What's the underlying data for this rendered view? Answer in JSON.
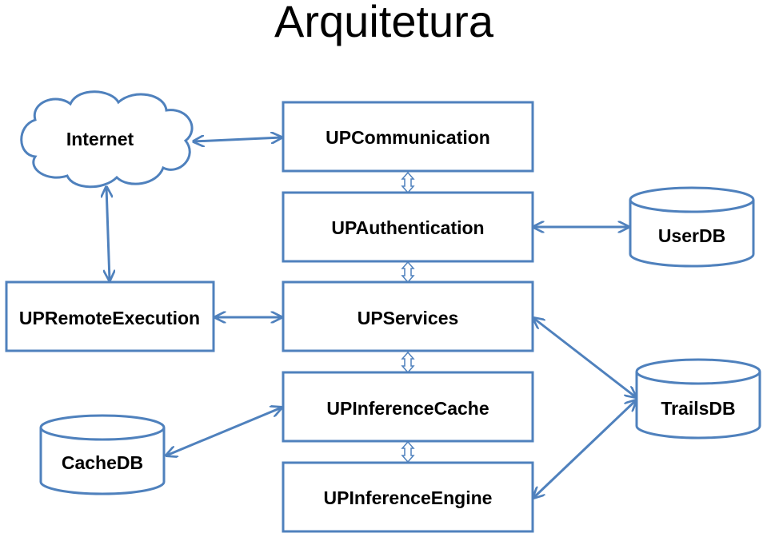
{
  "title": "Arquitetura",
  "colors": {
    "stroke": "#4f81bd",
    "fill": "#ffffff",
    "text": "#000000"
  },
  "nodes": {
    "internet": {
      "label": "Internet",
      "shape": "cloud"
    },
    "up_communication": {
      "label": "UPCommunication",
      "shape": "rectangle"
    },
    "up_authentication": {
      "label": "UPAuthentication",
      "shape": "rectangle"
    },
    "up_services": {
      "label": "UPServices",
      "shape": "rectangle"
    },
    "up_inference_cache": {
      "label": "UPInferenceCache",
      "shape": "rectangle"
    },
    "up_inference_engine": {
      "label": "UPInferenceEngine",
      "shape": "rectangle"
    },
    "up_remote_execution": {
      "label": "UPRemoteExecution",
      "shape": "rectangle"
    },
    "user_db": {
      "label": "UserDB",
      "shape": "cylinder"
    },
    "trails_db": {
      "label": "TrailsDB",
      "shape": "cylinder"
    },
    "cache_db": {
      "label": "CacheDB",
      "shape": "cylinder"
    }
  },
  "edges": [
    {
      "from": "internet",
      "to": "up_communication",
      "direction": "both"
    },
    {
      "from": "internet",
      "to": "up_remote_execution",
      "direction": "both"
    },
    {
      "from": "up_communication",
      "to": "up_authentication",
      "direction": "both"
    },
    {
      "from": "up_authentication",
      "to": "user_db",
      "direction": "both"
    },
    {
      "from": "up_authentication",
      "to": "up_services",
      "direction": "both"
    },
    {
      "from": "up_remote_execution",
      "to": "up_services",
      "direction": "both"
    },
    {
      "from": "up_services",
      "to": "up_inference_cache",
      "direction": "both"
    },
    {
      "from": "up_services",
      "to": "trails_db",
      "direction": "both"
    },
    {
      "from": "up_inference_cache",
      "to": "up_inference_engine",
      "direction": "both"
    },
    {
      "from": "up_inference_cache",
      "to": "cache_db",
      "direction": "both"
    },
    {
      "from": "up_inference_engine",
      "to": "trails_db",
      "direction": "both"
    }
  ]
}
